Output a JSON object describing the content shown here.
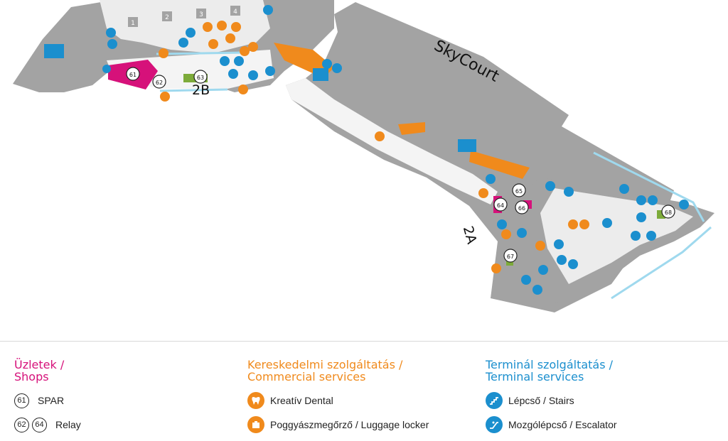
{
  "map": {
    "area_labels": {
      "skycourt": "SkyCourt",
      "pier_2b": "2B",
      "pier_2a": "2A"
    },
    "gate_numbers": [
      "1",
      "2",
      "3",
      "4"
    ],
    "shop_markers": [
      "61",
      "62",
      "63",
      "64",
      "65",
      "66",
      "67",
      "68"
    ],
    "colors": {
      "floor": "#a3a3a3",
      "floor_light": "#ececec",
      "walkway": "#f4f4f4",
      "glass": "#9fd9ee",
      "shop": "#d6117a",
      "commercial": "#f08a1c",
      "terminal": "#1b8fce",
      "green": "#7dab3a"
    }
  },
  "legend": {
    "shops": {
      "heading_hu": "Üzletek /",
      "heading_en": "Shops",
      "items": [
        {
          "badges": [
            "61"
          ],
          "label": "SPAR"
        },
        {
          "badges": [
            "62",
            "64"
          ],
          "label": "Relay"
        }
      ]
    },
    "commercial": {
      "heading_hu": "Kereskedelmi szolgáltatás /",
      "heading_en": "Commercial services",
      "items": [
        {
          "icon": "tooth-icon",
          "label": "Kreatív Dental"
        },
        {
          "icon": "luggage-locker-icon",
          "label": "Poggyászmegőrző / Luggage locker"
        }
      ]
    },
    "terminal": {
      "heading_hu": "Terminál szolgáltatás /",
      "heading_en": "Terminal services",
      "items": [
        {
          "icon": "stairs-icon",
          "label": "Lépcső / Stairs"
        },
        {
          "icon": "escalator-icon",
          "label": "Mozgólépcső / Escalator"
        }
      ]
    }
  }
}
